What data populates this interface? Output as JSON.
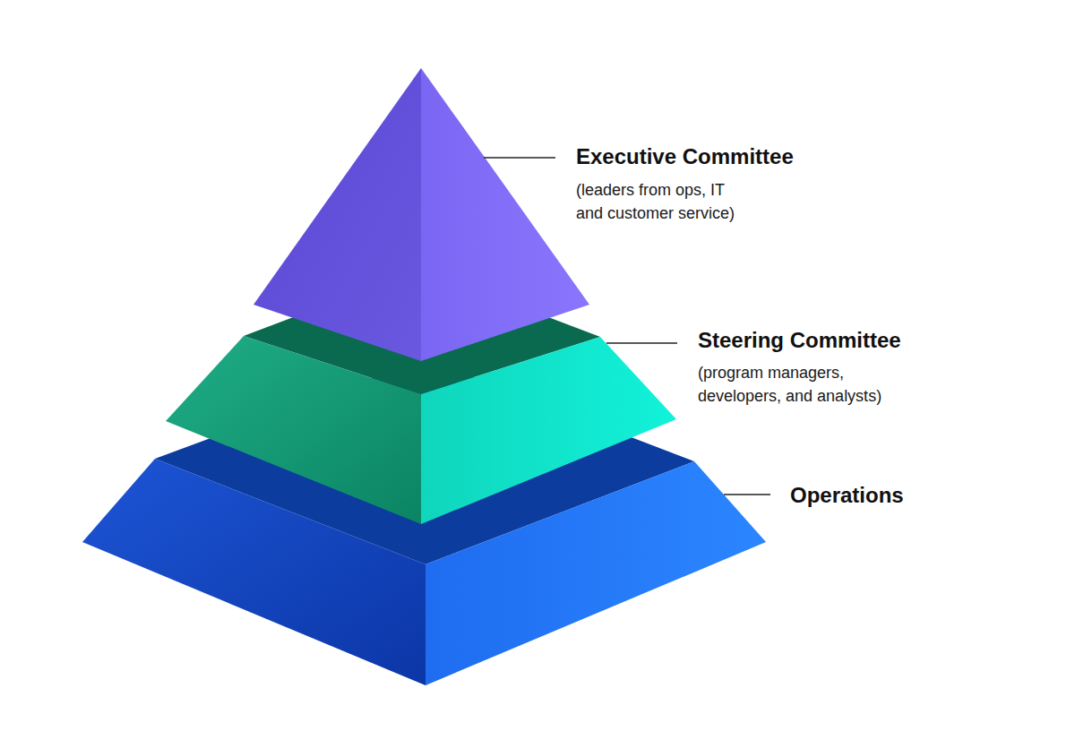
{
  "diagram": {
    "labels": [
      "Executive Committee",
      "(leaders from ops, IT and customer service)",
      "Steering Committee",
      "(program managers, developers, and analysts)",
      "Operations"
    ]
  }
}
